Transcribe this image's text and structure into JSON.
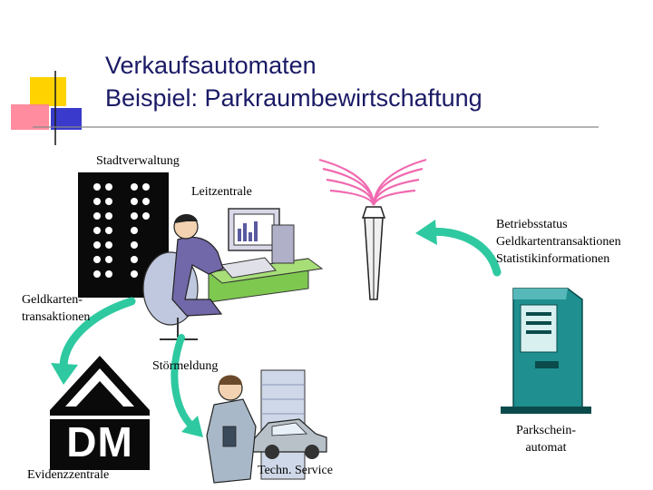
{
  "slide": {
    "title_line1": "Verkaufsautomaten",
    "title_line2": "Beispiel: Parkraumbewirtschaftung"
  },
  "labels": {
    "stadtverwaltung": "Stadtverwaltung",
    "leitzentrale": "Leitzentrale",
    "betriebsstatus": "Betriebsstatus",
    "geldkartentransaktionen_status": "Geldkartentransaktionen",
    "statistikinformationen": "Statistikinformationen",
    "geldkarten_line1": "Geldkarten-",
    "geldkarten_line2": "transaktionen",
    "stoermeldung": "Störmeldung",
    "parkschein_line1": "Parkschein-",
    "parkschein_line2": "automat",
    "evidenzzentrale": "Evidenzzentrale",
    "service": "Techn. Service"
  },
  "logo": {
    "text": "DM"
  },
  "colors": {
    "title": "#1a1a66",
    "arrow": "#2ec9a0",
    "antenna_pink": "#f06ab0",
    "machine_teal": "#1f8f8f",
    "clothing_blue": "#7068a8",
    "rule_gray": "#888888"
  }
}
